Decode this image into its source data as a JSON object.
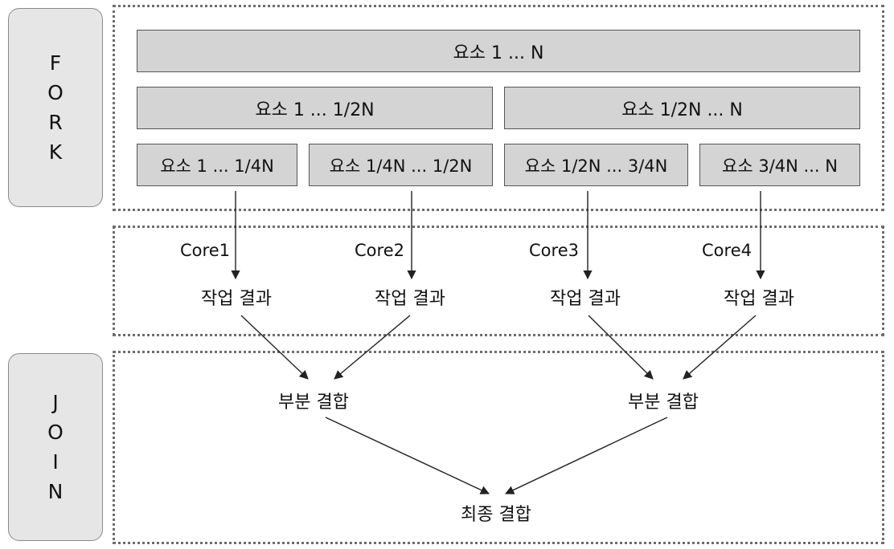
{
  "fork_label": [
    "F",
    "O",
    "R",
    "K"
  ],
  "join_label": [
    "J",
    "O",
    "I",
    "N"
  ],
  "level1": [
    "요소 1 ... N"
  ],
  "level2": [
    "요소 1 ... 1/2N",
    "요소 1/2N ... N"
  ],
  "level3": [
    "요소 1 ... 1/4N",
    "요소 1/4N ... 1/2N",
    "요소 1/2N ... 3/4N",
    "요소 3/4N ... N"
  ],
  "cores": [
    "Core1",
    "Core2",
    "Core3",
    "Core4"
  ],
  "work_results": [
    "작업 결과",
    "작업 결과",
    "작업 결과",
    "작업 결과"
  ],
  "partial_joins": [
    "부분 결합",
    "부분 결합"
  ],
  "final_join": "최종 결합"
}
